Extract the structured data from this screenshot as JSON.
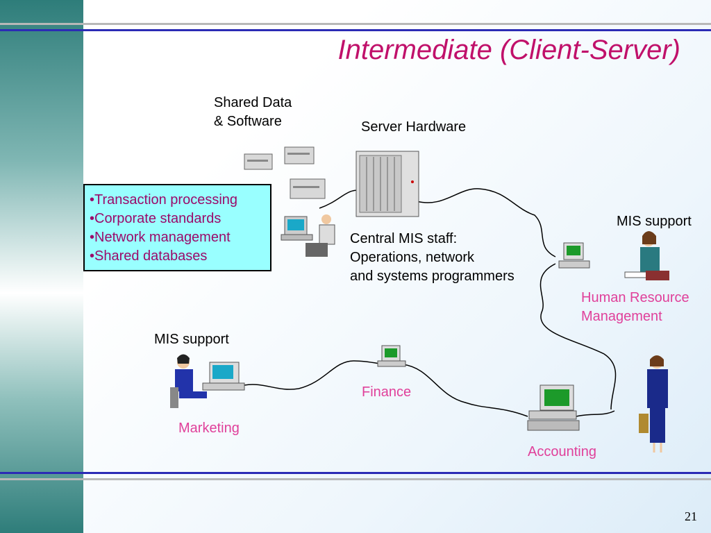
{
  "slide": {
    "title": "Intermediate (Client-Server)",
    "page_number": "21"
  },
  "labels": {
    "shared_data_line1": "Shared Data",
    "shared_data_line2": "& Software",
    "server_hardware": "Server Hardware",
    "central_staff_line1": "Central MIS staff:",
    "central_staff_line2": "Operations, network",
    "central_staff_line3": "and systems programmers",
    "mis_support_right": "MIS support",
    "mis_support_left": "MIS support",
    "hr_line1": "Human Resource",
    "hr_line2": "Management",
    "finance": "Finance",
    "marketing": "Marketing",
    "accounting": "Accounting"
  },
  "bullets": [
    "•Transaction processing",
    "•Corporate standards",
    "•Network management",
    "•Shared databases"
  ],
  "colors": {
    "title": "#c0106a",
    "department_label": "#e0409a",
    "bullet_text": "#9a0a6a",
    "bullet_box": "#99ffff",
    "accent_rule": "#2b2bb5",
    "left_bar": "#2e7d7a"
  },
  "icons": [
    "printer-icon",
    "server-rack-icon",
    "workstation-icon",
    "person-at-computer-icon",
    "woman-writing-icon",
    "businesswoman-icon"
  ]
}
